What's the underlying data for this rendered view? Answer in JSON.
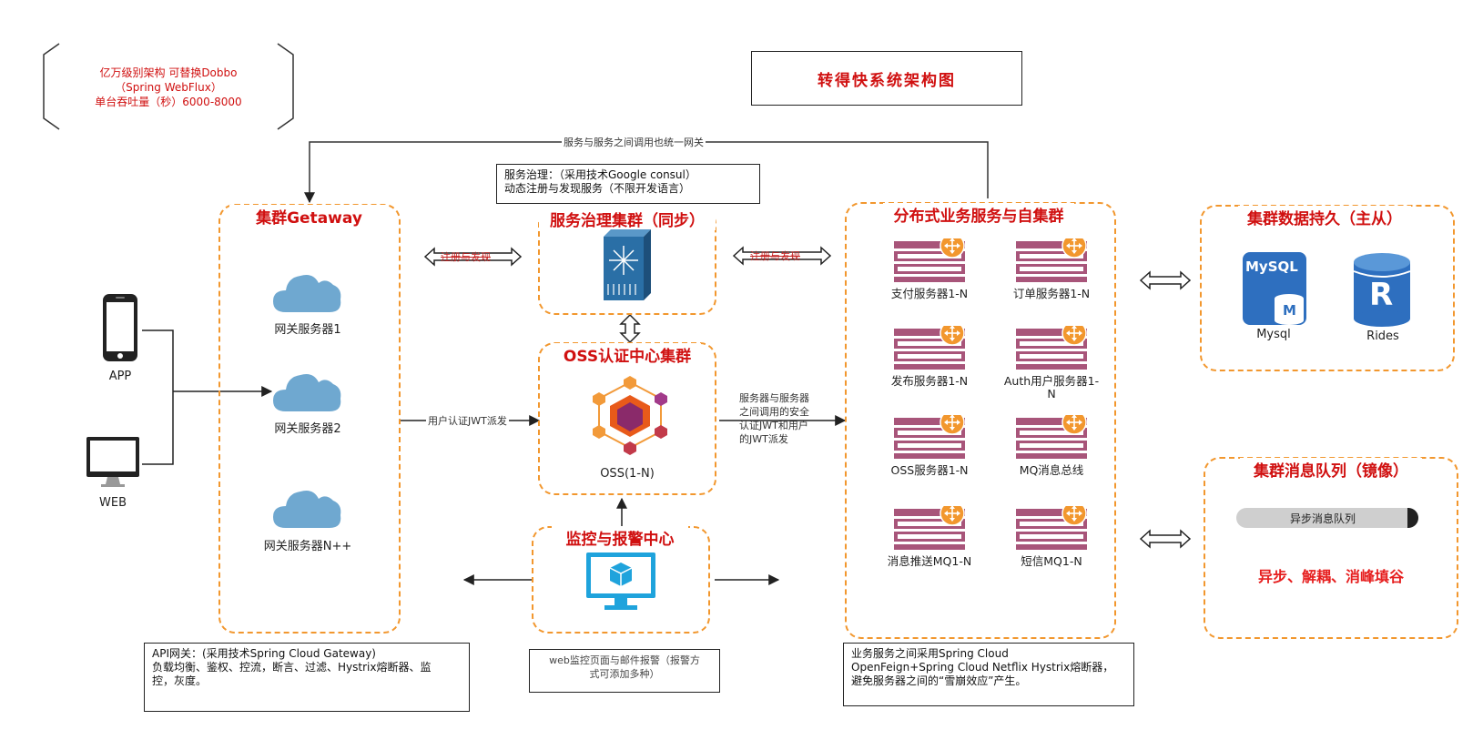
{
  "title": "转得快系统架构图",
  "top_note": {
    "line1": "亿万级别架构  可替换Dobbo",
    "line2": "（Spring  WebFlux）",
    "line3": "单台吞吐量（秒）6000-8000"
  },
  "gateway_link_label": "服务与服务之间调用也统一网关",
  "governance_note": {
    "line1": "服务治理：（采用技术Google consul）",
    "line2": "动态注册与发现服务（不限开发语言）"
  },
  "clients": {
    "app": "APP",
    "web": "WEB"
  },
  "gateway": {
    "title": "集群Getaway",
    "servers": [
      "网关服务器1",
      "网关服务器2",
      "网关服务器N++"
    ]
  },
  "register_label_left": "注册与发现",
  "register_label_right": "注册与发现",
  "governance": {
    "title": "服务治理集群（同步）"
  },
  "oss": {
    "title": "OSS认证中心集群",
    "label": "OSS(1-N)"
  },
  "jwt_label": "用户认证JWT派发",
  "service_jwt_label": {
    "line1": "服务器与服务器",
    "line2": "之间调用的安全",
    "line3": "认证JWT和用户",
    "line4": "的JWT派发"
  },
  "monitor": {
    "title": "监控与报警中心",
    "note_line1": "web监控页面与邮件报警（报警方",
    "note_line2": "式可添加多种）"
  },
  "business": {
    "title": "分布式业务服务与自集群",
    "services": [
      "支付服务器1-N",
      "订单服务器1-N",
      "发布服务器1-N",
      "Auth用户服务器1-N",
      "OSS服务器1-N",
      "MQ消息总线",
      "消息推送MQ1-N",
      "短信MQ1-N"
    ]
  },
  "persist": {
    "title": "集群数据持久（主从）",
    "mysql_label": "Mysql",
    "mysql_icon_text": "MySQL",
    "mysql_icon_sub": "M",
    "redis_label": "Rides",
    "redis_icon_text": "R"
  },
  "mq": {
    "title": "集群消息队列（镜像）",
    "queue_label": "异步消息队列",
    "slogan": "异步、解耦、消峰填谷"
  },
  "gateway_note": {
    "line1": "API网关：(采用技术Spring Cloud Gateway)",
    "line2": "负载均衡、鉴权、控流，断言、过滤、Hystrix熔断器、监",
    "line3": "控，灰度。"
  },
  "business_note": {
    "line1": "业务服务之间采用Spring Cloud",
    "line2": "OpenFeign+Spring Cloud Netflix Hystrix熔断器，",
    "line3": "避免服务器之间的“雪崩效应”产生。"
  },
  "colors": {
    "accent_orange": "#f2972e",
    "title_red": "#d01010",
    "cloud_blue": "#6fa8d0",
    "server_purple": "#a8557a",
    "monitor_blue": "#1fa3dc",
    "mysql_blue": "#2e6fbf"
  }
}
